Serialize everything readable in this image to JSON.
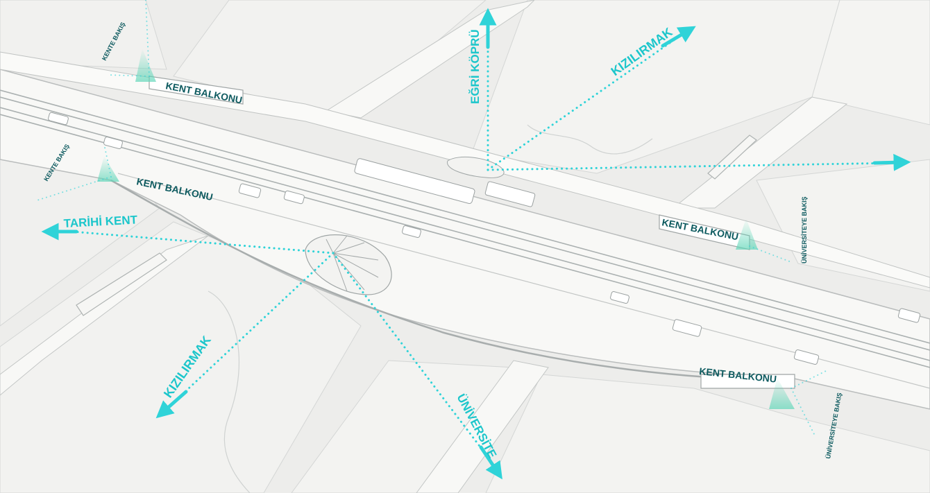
{
  "colors": {
    "ground": "#ededeb",
    "deck": "#f7f7f5",
    "edge": "#b9bcbc",
    "dots": "#2fd3d8",
    "arrow": "#2fd3d8",
    "label_dark": "#0d5a5f",
    "label_teal": "#1cc6cb"
  },
  "labels": {
    "kent_balkonu_top": "KENT BALKONU",
    "kent_balkonu_left": "KENT BALKONU",
    "kent_balkonu_right": "KENT BALKONU",
    "kent_balkonu_bottom": "KENT BALKONU",
    "kente_bakis_top": "KENTE BAKIŞ",
    "kente_bakis_left": "KENTE BAKIŞ",
    "universiteye_bakis_mid": "ÜNİVERSİTEYE BAKIŞ",
    "universiteye_bakis_bottom": "ÜNİVERSİTEYE BAKIŞ"
  },
  "directions": {
    "egri_kopru": "EĞRİ KÖPRÜ",
    "kizilirmak_ne": "KIZILIRMAK",
    "tarihi_kent": "TARİHİ KENT",
    "kizilirmak_sw": "KIZILIRMAK",
    "universite": "ÜNİVERSİTE"
  }
}
